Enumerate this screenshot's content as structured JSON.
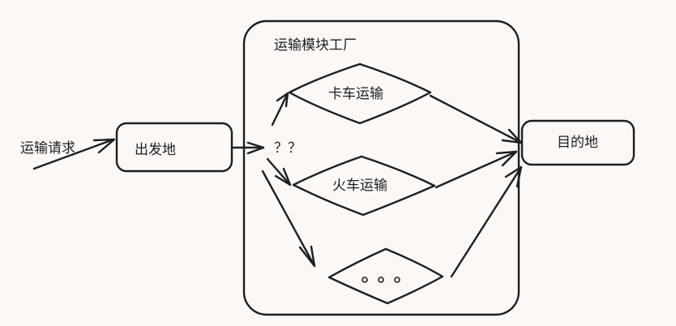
{
  "diagram": {
    "input_label": "运输请求",
    "nodes": {
      "origin": "出发地",
      "factory_title": "运输模块工厂",
      "decision": "？？",
      "truck": "卡车运输",
      "train": "火车运输",
      "more": "。。。",
      "destination": "目的地"
    },
    "colors": {
      "background": "#fcf8f6",
      "stroke": "#1e1e1e"
    }
  }
}
